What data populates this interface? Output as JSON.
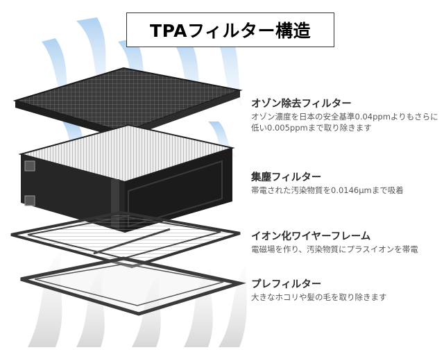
{
  "title": "TPAフィルター構造",
  "layers": [
    {
      "name": "オゾン除去フィルター",
      "description": "オゾン濃度を日本の安全基準0.04ppmよりもさらに低い0.005ppmまで取り除きます"
    },
    {
      "name": "集塵フィルター",
      "description": "帯電された汚染物質を0.0146μmまで吸着"
    },
    {
      "name": "イオン化ワイヤーフレーム",
      "description": "電磁場を作り、汚染物質にプラスイオンを帯電"
    },
    {
      "name": "プレフィルター",
      "description": "大きなホコリや髪の毛を取り除きます"
    }
  ],
  "colors": {
    "airflow": "#a9cdef",
    "filter_dark": "#262626",
    "text": "#2b2b2b"
  }
}
